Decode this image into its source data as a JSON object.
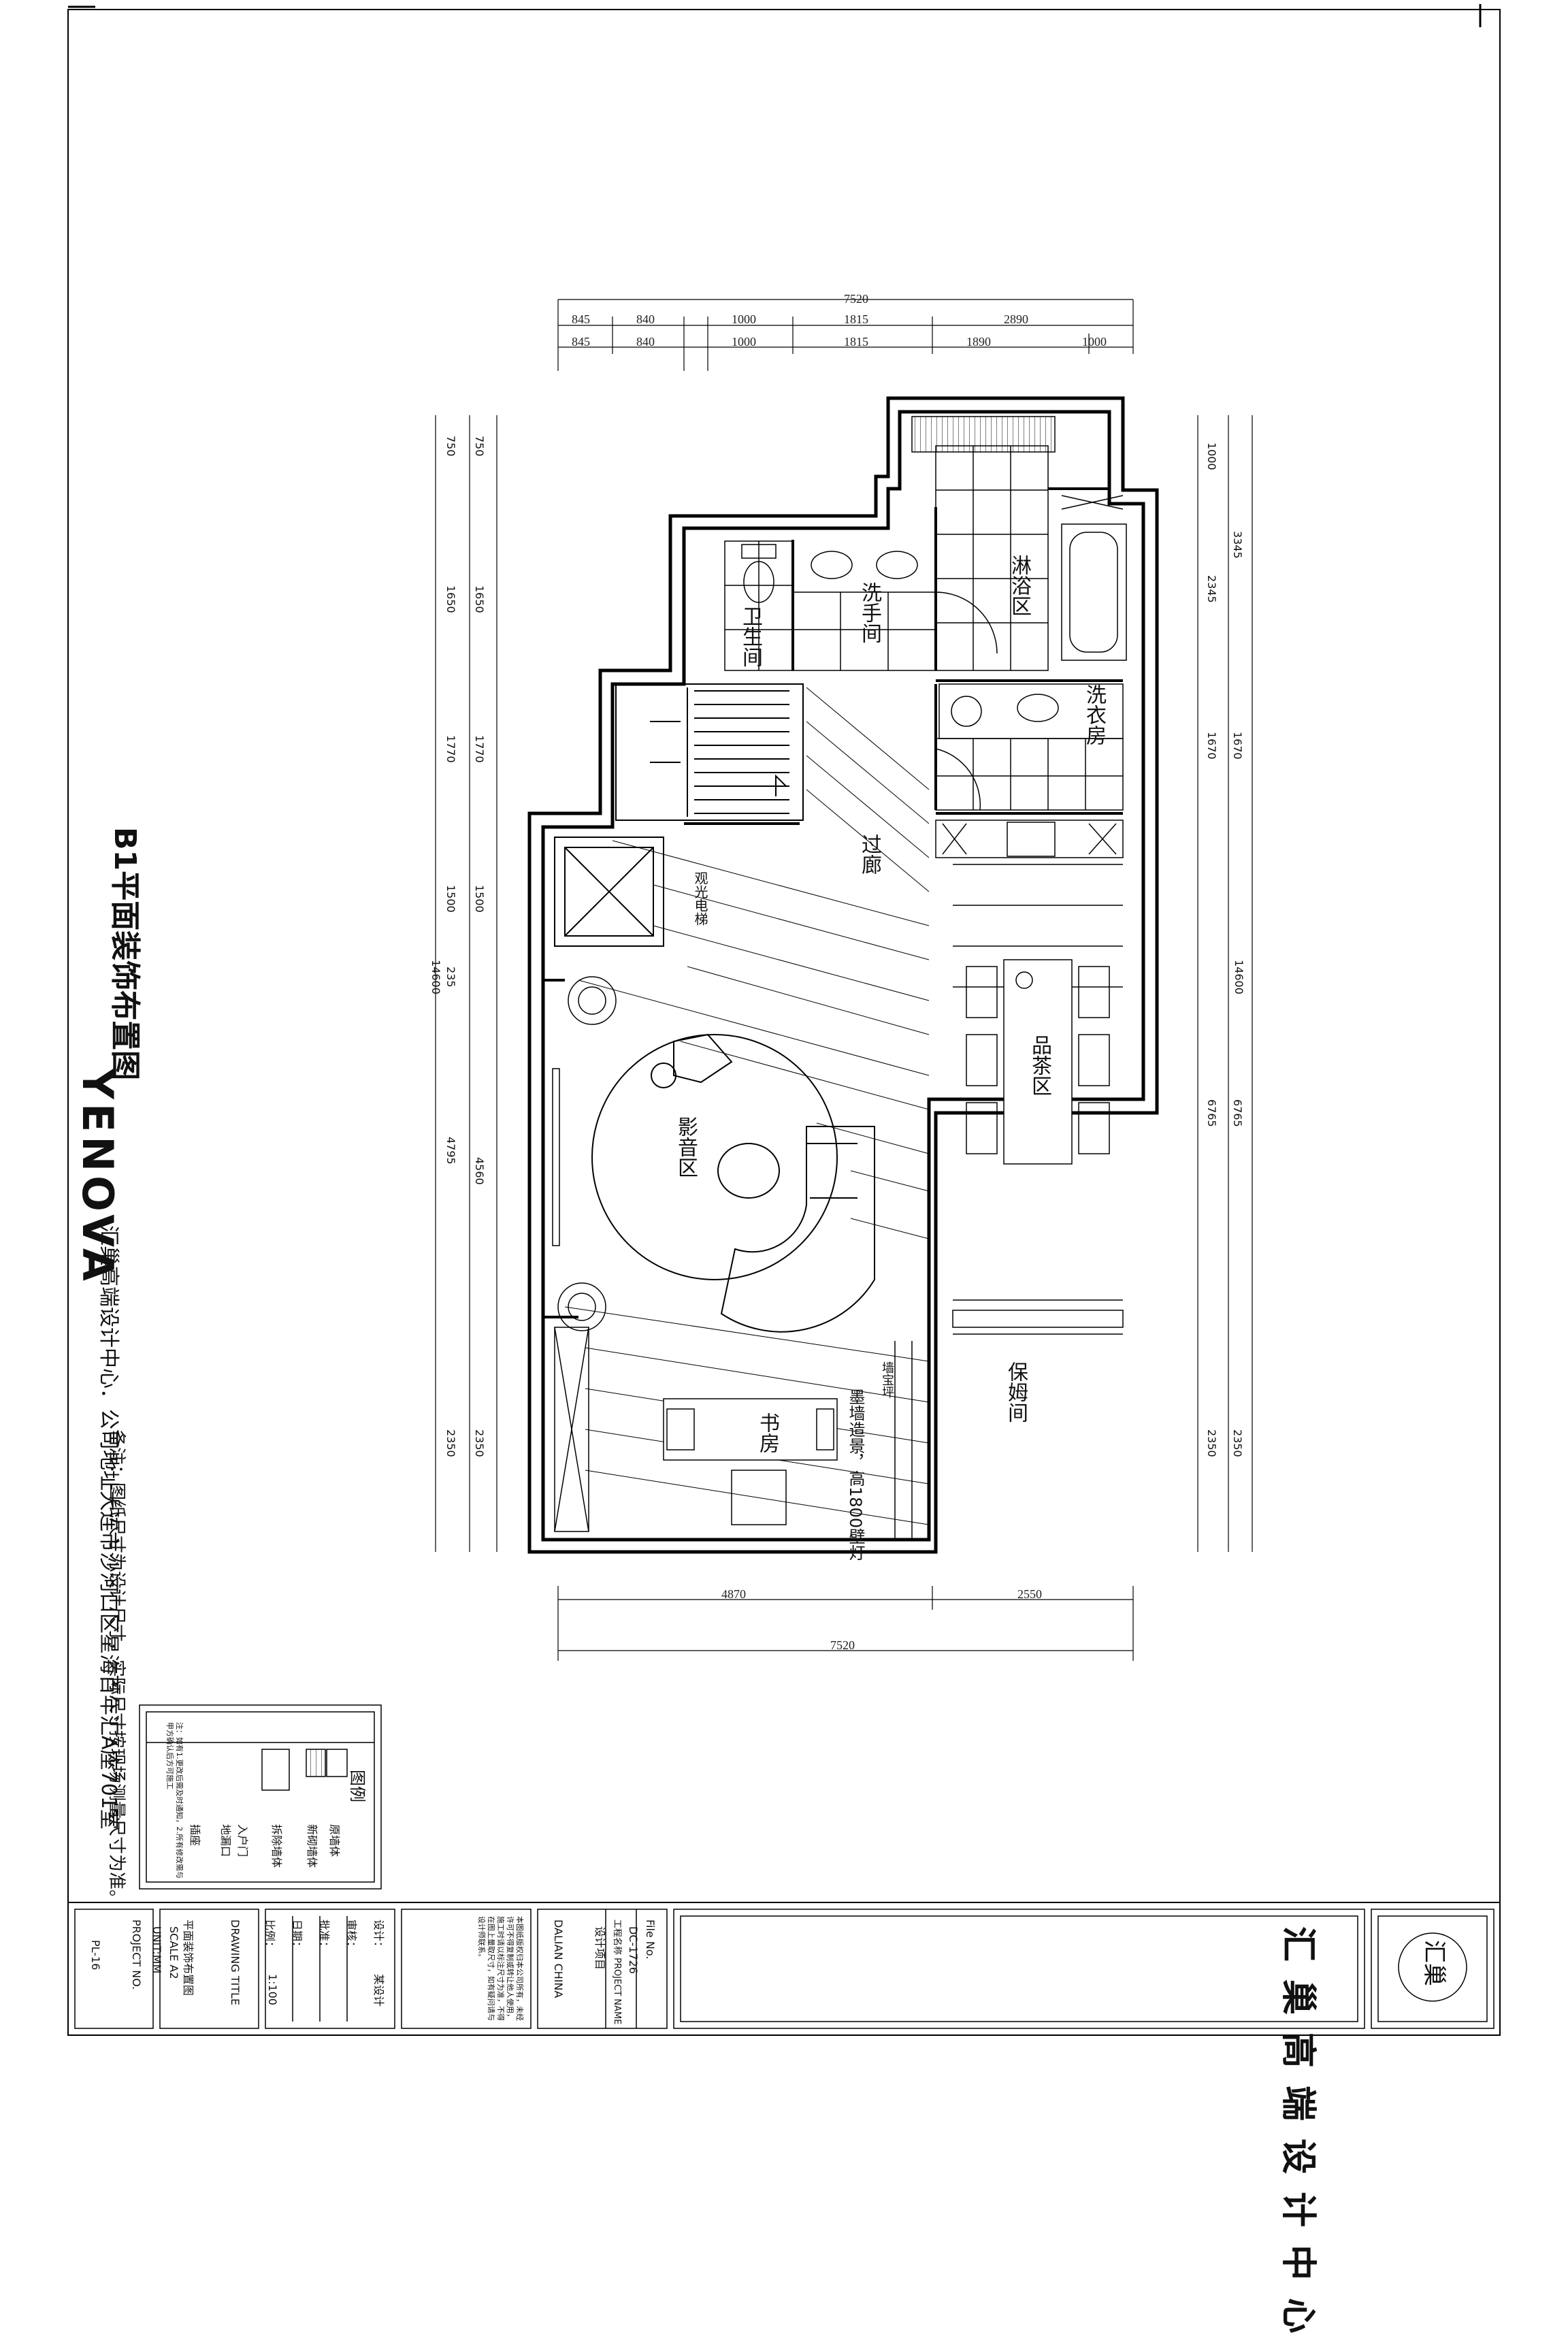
{
  "drawing": {
    "title": "B1平面装饰布置图",
    "brand": "YENOVA",
    "company_line": "汇巢高端设计中心．公司地址大连市沙河口区星海百年汇A座701室",
    "note": "备注：图纸尺寸为设计尺寸，实际尺寸按现场测量尺寸为准。"
  },
  "rooms": {
    "toilet": "卫生间",
    "wash": "洗手间",
    "bath": "淋浴区",
    "laundry": "洗衣房",
    "corridor": "过廊",
    "elevator": "观光电梯",
    "theater": "影音区",
    "tea": "品茶区",
    "study": "书房",
    "nanny": "保姆间",
    "wall_cabinet": "墙宝坪",
    "display": "墨墙造景，高1800壁灯"
  },
  "dims": {
    "top_total": "7520",
    "top_row1": [
      "845",
      "840",
      "1000",
      "1815",
      "2890"
    ],
    "top_row2": [
      "845",
      "840",
      "1000",
      "1815",
      "1890",
      "1000"
    ],
    "left_total": "14600",
    "left_col1": [
      "750",
      "1650",
      "1770",
      "1500",
      "235",
      "4795",
      "2350"
    ],
    "left_col2": [
      "750",
      "1650",
      "1770",
      "1500",
      "4560",
      "2350"
    ],
    "right_total": "14600",
    "right_col1": [
      "1000",
      "2345",
      "1670",
      "6765",
      "2350"
    ],
    "right_col2": [
      "3345",
      "1670",
      "6765",
      "2350"
    ],
    "bottom_row1": [
      "4870",
      "2550"
    ],
    "bottom_total": "7520"
  },
  "legend": {
    "title": "图例",
    "items": [
      "原墙体",
      "新砌墙体",
      "拆除墙体",
      "入户门",
      "地漏口",
      "插座"
    ],
    "note": "注：如有1.更改后需及时通知，2.所有修改需与甲方确认后方可施工"
  },
  "title_block": {
    "company": "汇巢高端设计中心",
    "logo_text": "汇巢",
    "file_no_label": "File No.",
    "file_no": "DC-1726",
    "project_label": "工程名称 PROJECT NAME",
    "project": "设计项目",
    "city": "DALIAN CHINA",
    "notes": "本图纸版权归本公司所有，未经许可不得复制或转让他人使用，施工时请以标注尺寸为准，不得在图上量取尺寸，如有疑问请与设计师联系。",
    "design_label": "设计：",
    "design": "某设计",
    "check_label": "审核：",
    "approve_label": "批准：",
    "date_label": "日期：",
    "scale_label": "比例：",
    "scale": "1:100",
    "drawing_title_label": "DRAWING TITLE",
    "drawing_title": "平面装饰布置图",
    "scale_code": "SCALE A2",
    "unit_label": "UNIT:MM",
    "project_no_label": "PROJECT NO.",
    "sheet": "PL-16"
  }
}
